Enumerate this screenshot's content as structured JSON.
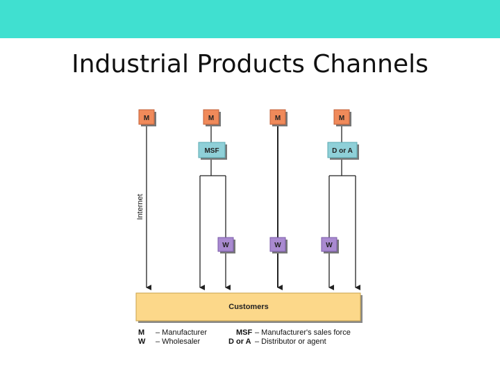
{
  "title": "Industrial Products Channels",
  "colors": {
    "band": "#40e0d0",
    "manufacturer": "#f08a5a",
    "msf": "#8fd0d8",
    "wholesaler": "#a98ad0",
    "customers": "#fcd88a"
  },
  "nodes": {
    "m": "M",
    "msf": "MSF",
    "d_or_a": "D or A",
    "w": "W",
    "customers": "Customers"
  },
  "internet_label": "Internet",
  "legend": {
    "m_abbr": "M",
    "m_text": "– Manufacturer",
    "w_abbr": "W",
    "w_text": "– Wholesaler",
    "msf_abbr": "MSF",
    "msf_text": "– Manufacturer's sales force",
    "da_abbr": "D or A",
    "da_text": "– Distributor or agent"
  }
}
